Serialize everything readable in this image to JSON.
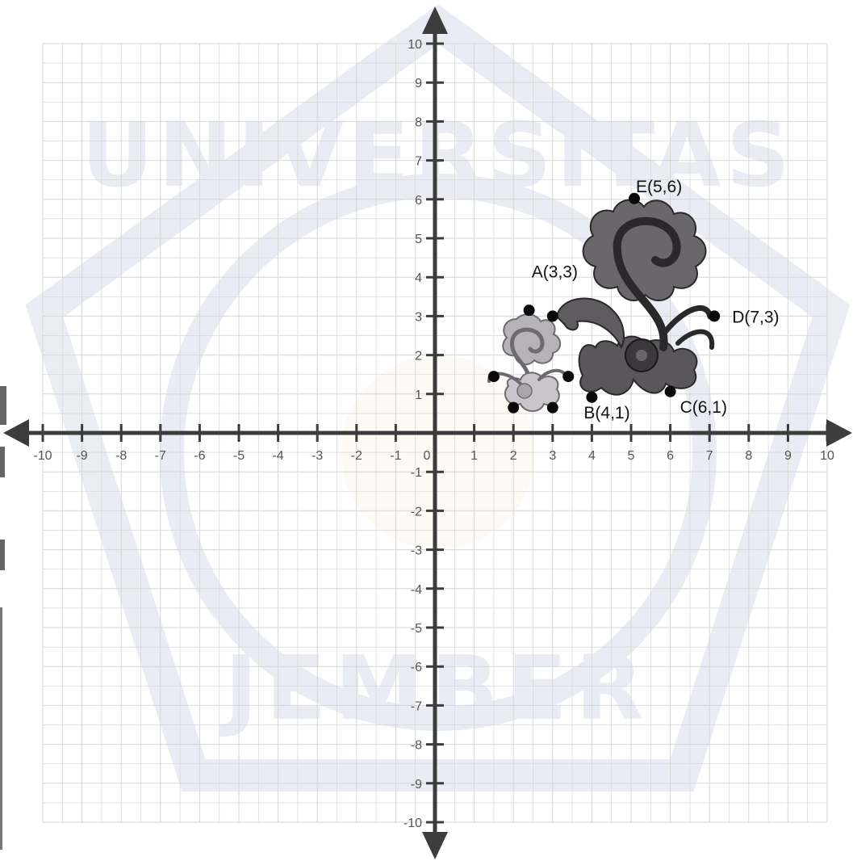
{
  "watermark": {
    "top_text": "UNIVERSITAS",
    "bottom_text": "JEMBER"
  },
  "axes": {
    "x_ticks": [
      "-10",
      "-9",
      "-8",
      "-7",
      "-6",
      "-5",
      "-4",
      "-3",
      "-2",
      "-1",
      "0",
      "1",
      "2",
      "3",
      "4",
      "5",
      "6",
      "7",
      "8",
      "9",
      "10"
    ],
    "y_ticks_positive": [
      "1",
      "2",
      "3",
      "4",
      "5",
      "6",
      "7",
      "8",
      "9",
      "10"
    ],
    "y_ticks_negative": [
      "-1",
      "-2",
      "-3",
      "-4",
      "-5",
      "-6",
      "-7",
      "-8",
      "-9",
      "-10"
    ],
    "range": [
      -10,
      10
    ],
    "grid": true
  },
  "figures": {
    "large": {
      "color": "#4f4c4f",
      "labeled_points": [
        {
          "name": "A",
          "text": "A(3,3)",
          "x": 3,
          "y": 3
        },
        {
          "name": "B",
          "text": "B(4,1)",
          "x": 4,
          "y": 1
        },
        {
          "name": "C",
          "text": "C(6,1)",
          "x": 6,
          "y": 1
        },
        {
          "name": "D",
          "text": "D(7,3)",
          "x": 7,
          "y": 3
        },
        {
          "name": "E",
          "text": "E(5,6)",
          "x": 5,
          "y": 6
        }
      ]
    },
    "small": {
      "color": "#b8b6ba",
      "points": [
        {
          "x": 2.4,
          "y": 3.15
        },
        {
          "x": 1.5,
          "y": 1.45
        },
        {
          "x": 3.4,
          "y": 1.45
        },
        {
          "x": 2.0,
          "y": 0.65
        },
        {
          "x": 3.0,
          "y": 0.65
        }
      ]
    }
  }
}
